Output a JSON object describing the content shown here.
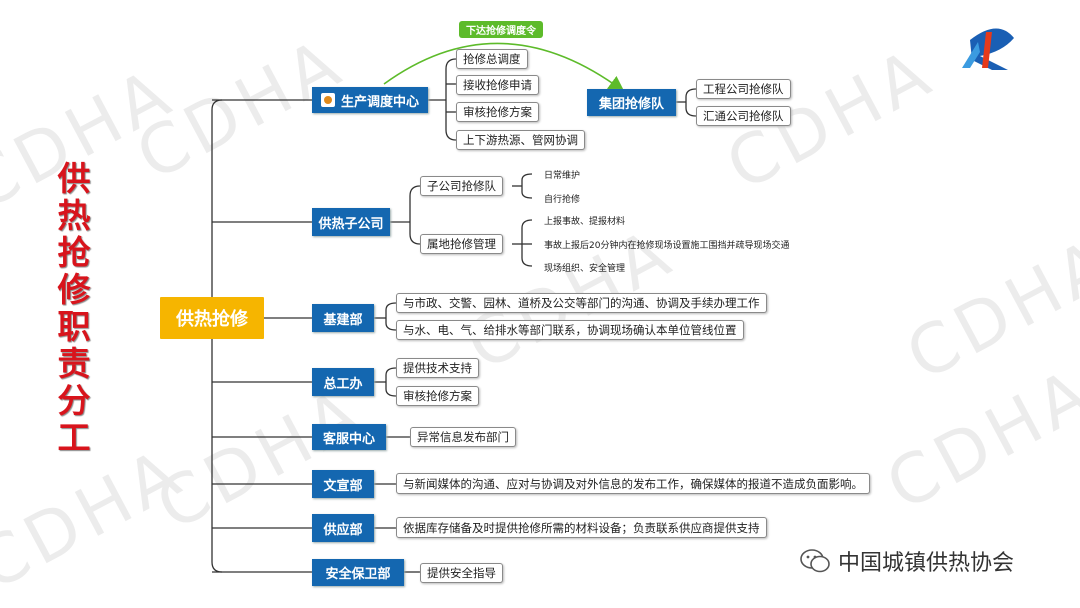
{
  "title": "供热抢修职责分工",
  "root": "供热抢修",
  "watermark": "CDHA",
  "dispatch_order": "下达抢修调度令",
  "depts": {
    "production": "生产调度中心",
    "group_team": "集团抢修队",
    "subsidiary": "供热子公司",
    "construction": "基建部",
    "chief_engineer": "总工办",
    "service": "客服中心",
    "publicity": "文宣部",
    "supply": "供应部",
    "security": "安全保卫部"
  },
  "production_items": [
    "抢修总调度",
    "接收抢修申请",
    "审核抢修方案",
    "上下游热源、管网协调"
  ],
  "group_team_items": [
    "工程公司抢修队",
    "汇通公司抢修队"
  ],
  "subsidiary_items": {
    "team": "子公司抢修队",
    "team_subs": [
      "日常维护",
      "自行抢修"
    ],
    "mgmt": "属地抢修管理",
    "mgmt_subs": [
      "上报事故、提报材料",
      "事故上报后20分钟内在抢修现场设置施工围挡并疏导现场交通",
      "现场组织、安全管理"
    ]
  },
  "construction_items": [
    "与市政、交警、园林、道桥及公交等部门的沟通、协调及手续办理工作",
    "与水、电、气、给排水等部门联系，协调现场确认本单位管线位置"
  ],
  "chief_items": [
    "提供技术支持",
    "审核抢修方案"
  ],
  "service_items": [
    "异常信息发布部门"
  ],
  "publicity_items": [
    "与新闻媒体的沟通、应对与协调及对外信息的发布工作，确保媒体的报道不造成负面影响。"
  ],
  "supply_items": [
    "依据库存储备及时提供抢修所需的材料设备；负责联系供应商提供支持"
  ],
  "security_items": [
    "提供安全指导"
  ],
  "brand": "中国城镇供热协会",
  "colors": {
    "dept": "#1467b0",
    "root": "#f6b500",
    "title": "#d8141c",
    "order": "#5dbb2a"
  }
}
